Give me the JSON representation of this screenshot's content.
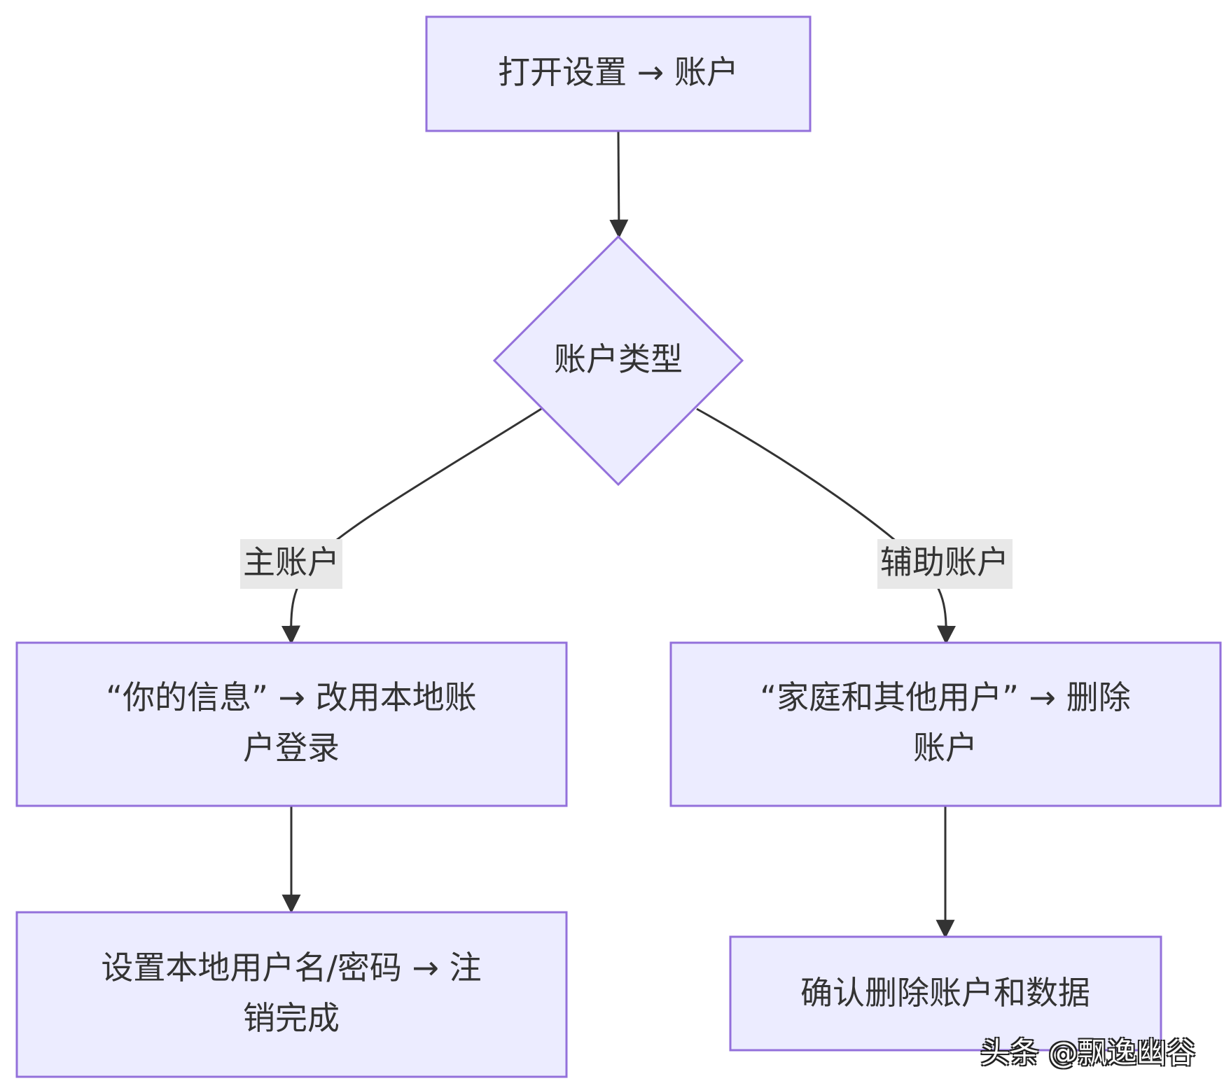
{
  "nodes": {
    "open_settings": "打开设置 → 账户",
    "account_type": "账户类型",
    "your_info_line1": "“你的信息” → 改用本地账",
    "your_info_line2": "户登录",
    "family_line1": "“家庭和其他用户” → 删除",
    "family_line2": "账户",
    "set_local_line1": "设置本地用户名/密码 → 注",
    "set_local_line2": "销完成",
    "confirm_delete": "确认删除账户和数据"
  },
  "edge_labels": {
    "primary": "主账户",
    "secondary": "辅助账户"
  },
  "watermark": "头条 @飘逸幽谷",
  "colors": {
    "node_fill": "#ECECFF",
    "node_stroke": "#9370DB",
    "edge": "#333333",
    "label_bg": "#E8E8E8"
  }
}
